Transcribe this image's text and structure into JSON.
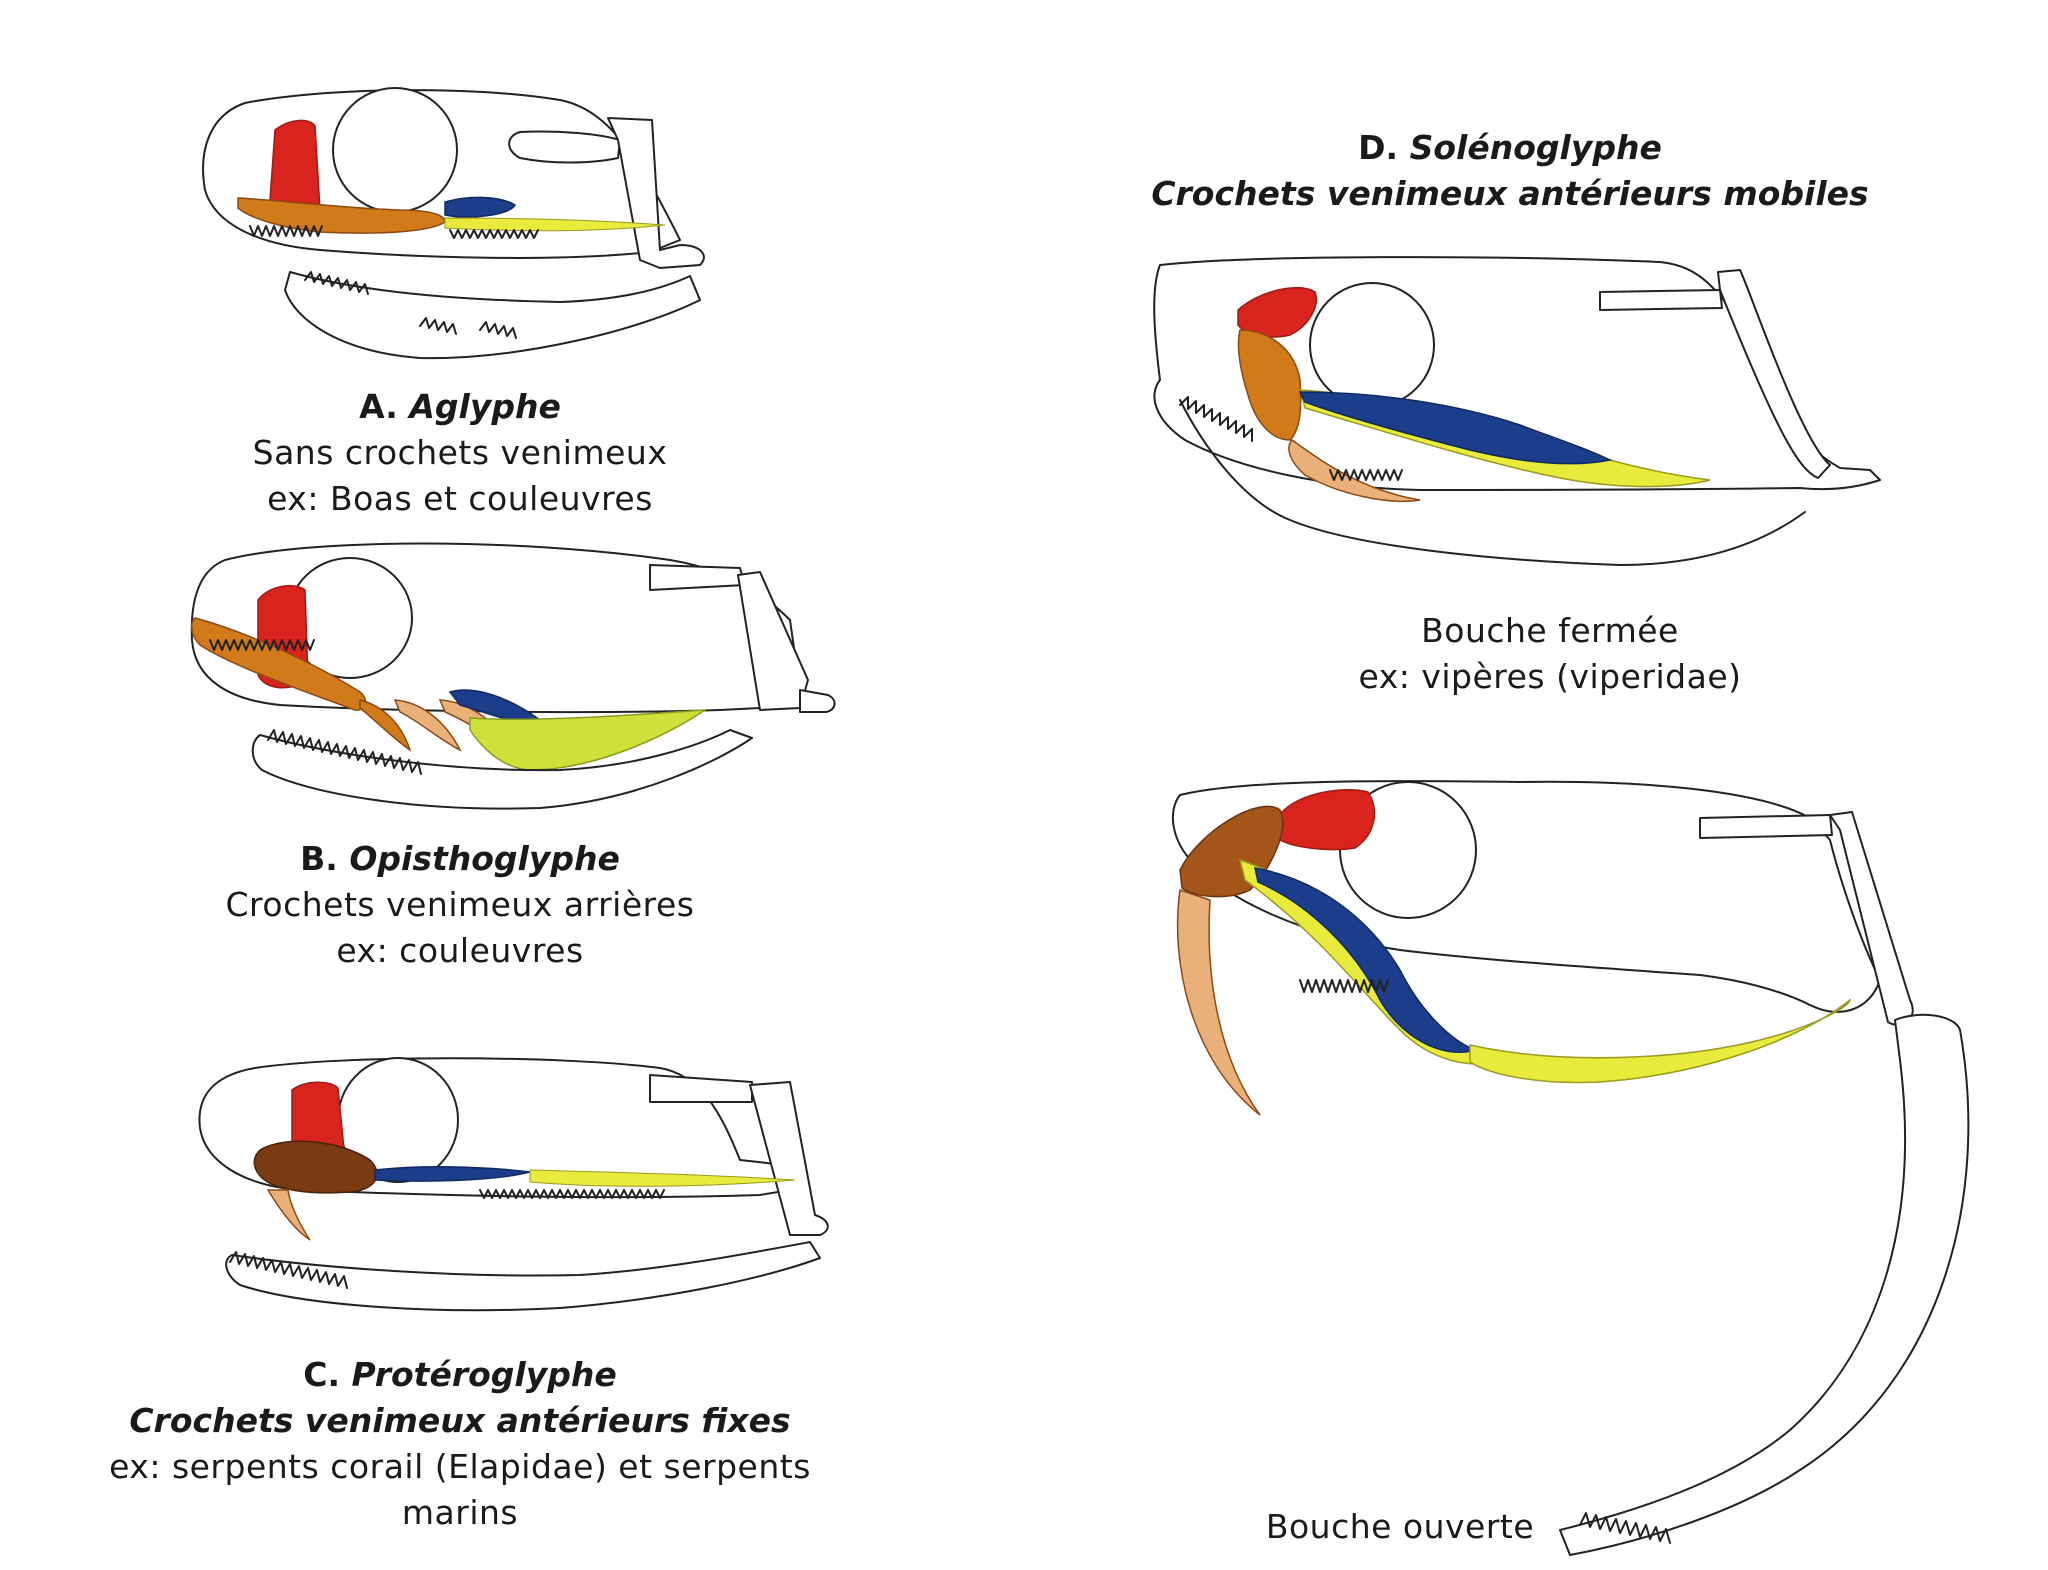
{
  "colors": {
    "venom_gland": "#d9231d",
    "maxilla": "#d07a1a",
    "maxilla_dark": "#8a4a14",
    "fang_light": "#e9b07a",
    "palatine": "#1c3e8a",
    "pterygoid": "#e8ea3c",
    "outline": "#222222"
  },
  "panel_a": {
    "letter": "A.",
    "name": "Aglyphe",
    "line1": "Sans crochets venimeux",
    "line2": "ex: Boas et couleuvres"
  },
  "panel_b": {
    "letter": "B.",
    "name": "Opisthoglyphe",
    "line1": "Crochets venimeux arrières",
    "line2": "ex: couleuvres"
  },
  "panel_c": {
    "letter": "C.",
    "name": "Protéroglyphe",
    "line1": "Crochets venimeux antérieurs fixes",
    "line2": "ex: serpents corail (Elapidae) et serpents",
    "line3": "marins"
  },
  "panel_d": {
    "letter": "D.",
    "name": "Solénoglyphe",
    "line1": "Crochets venimeux antérieurs mobiles",
    "closed_label": "Bouche fermée",
    "closed_example": "ex: vipères (viperidae)",
    "open_label": "Bouche ouverte"
  }
}
